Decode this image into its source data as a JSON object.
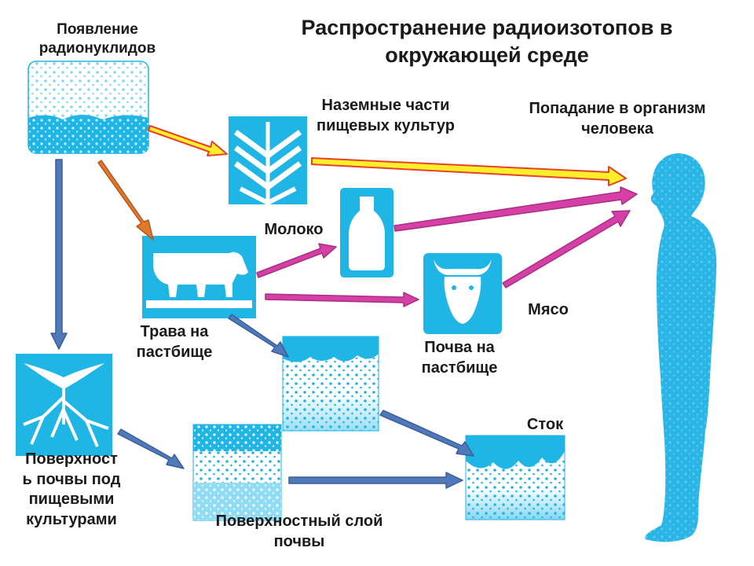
{
  "title": "Распространение радиоизотопов в окружающей среде",
  "labels": {
    "appearance": "Появление радионуклидов",
    "crops": "Наземные части пищевых культур",
    "human": "Попадание в организм  человека",
    "milk": "Молоко",
    "grass": "Трава на пастбище",
    "meat": "Мясо",
    "pasture_soil": "Почва на пастбище",
    "runoff": "Сток",
    "soil_under_crops": "Поверхност ь почвы под пищевыми культурами",
    "surface_layer": "Поверхностный слой почвы"
  },
  "colors": {
    "tile_blue": "#1fb5e5",
    "light_blue": "#8fdcf4",
    "arrow_yellow": "#ffef2a",
    "arrow_red": "#e8402a",
    "arrow_magenta": "#d63fa6",
    "arrow_orange": "#e07a2a",
    "arrow_steel": "#4f79b8",
    "text": "#1a1a1a"
  }
}
